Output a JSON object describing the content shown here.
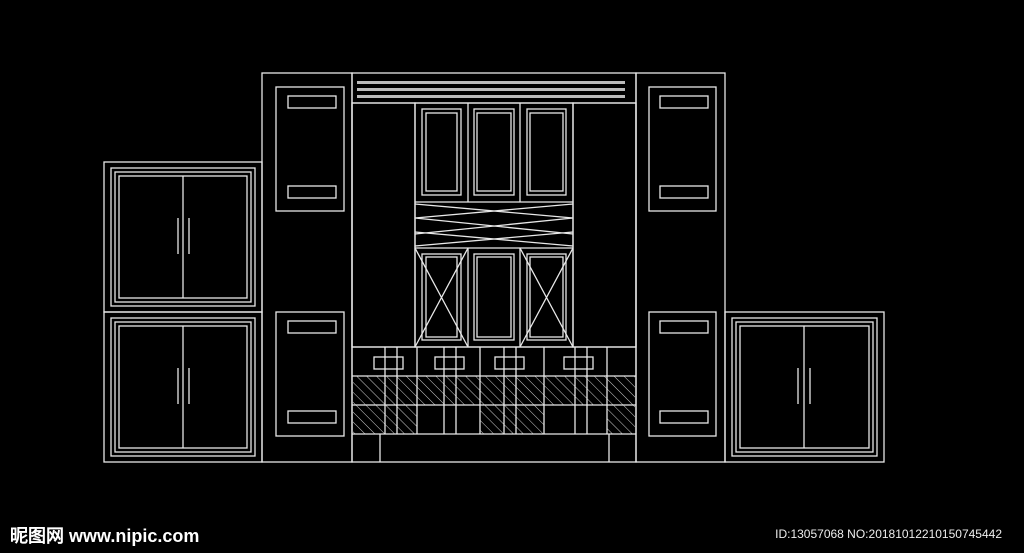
{
  "drawing": {
    "title": "Cabinet wall elevation",
    "line_color": "#e8e8e8",
    "background": "#000000"
  },
  "watermark": {
    "logo_text": "昵图网",
    "site": "www.nipic.com"
  },
  "image_id": "ID:13057068 NO:20181012210150745442"
}
